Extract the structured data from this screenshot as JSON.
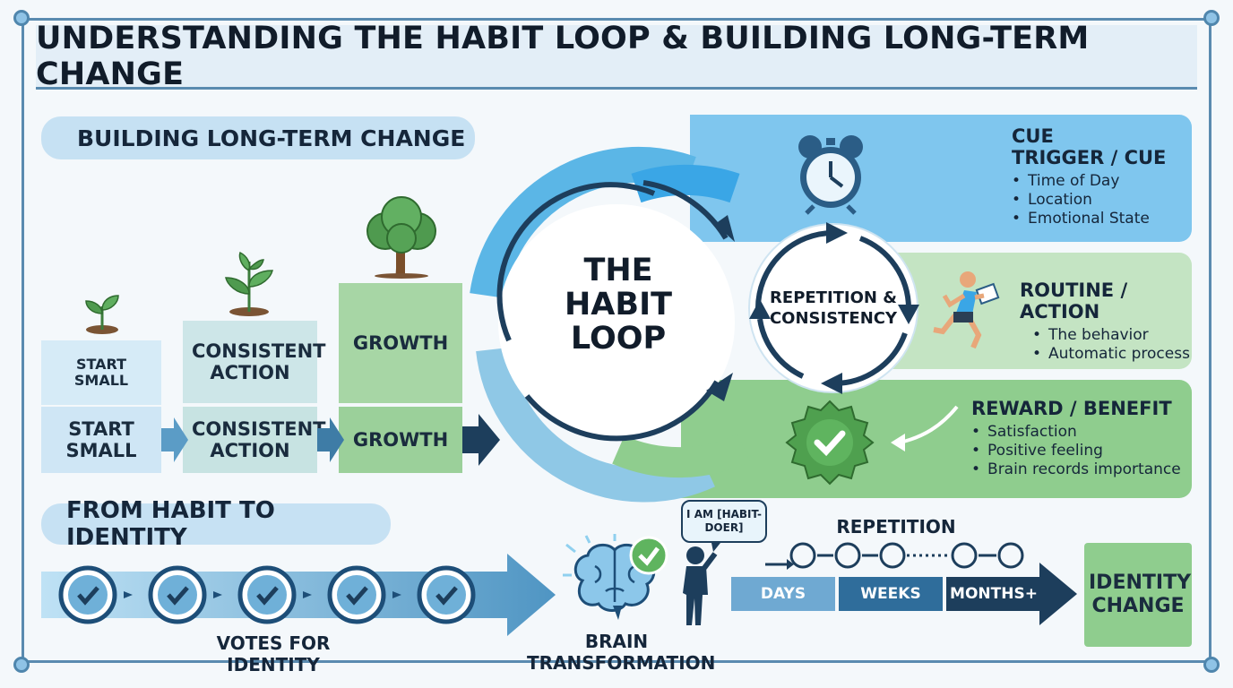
{
  "title": "UNDERSTANDING THE HABIT LOOP & BUILDING LONG-TERM CHANGE",
  "building": {
    "heading": "BUILDING LONG-TERM CHANGE",
    "steps": [
      {
        "top": "START SMALL",
        "bottom": "START SMALL"
      },
      {
        "top": "CONSISTENT ACTION",
        "bottom": "CONSISTENT ACTION"
      },
      {
        "top": "GROWTH",
        "bottom": "GROWTH"
      }
    ]
  },
  "loop": {
    "center": "THE HABIT LOOP",
    "inner": "REPETITION & CONSISTENCY"
  },
  "cue": {
    "title1": "CUE",
    "title2": "TRIGGER / CUE",
    "items": [
      "Time of Day",
      "Location",
      "Emotional State"
    ]
  },
  "routine": {
    "title": "ROUTINE / ACTION",
    "items": [
      "The behavior",
      "Automatic process"
    ]
  },
  "reward": {
    "title": "REWARD / BENEFIT",
    "items": [
      "Satisfaction",
      "Positive feeling",
      "Brain records importance"
    ]
  },
  "identity": {
    "heading": "FROM HABIT TO IDENTITY",
    "votes_label": "VOTES FOR IDENTITY",
    "brain_label": "BRAIN TRANSFORMATION",
    "speech": "I AM [HABIT-DOER]",
    "repetition": "REPETITION",
    "timeline": [
      "DAYS",
      "WEEKS",
      "MONTHS+"
    ],
    "result": "IDENTITY CHANGE"
  },
  "colors": {
    "blue_light": "#cde6f5",
    "blue_mid": "#7cc1ea",
    "blue_bright": "#3aa6e6",
    "green_light": "#cfe9cf",
    "green_mid": "#8ccc8c",
    "navy": "#1d3e5c",
    "frame": "#5a8bb0"
  }
}
